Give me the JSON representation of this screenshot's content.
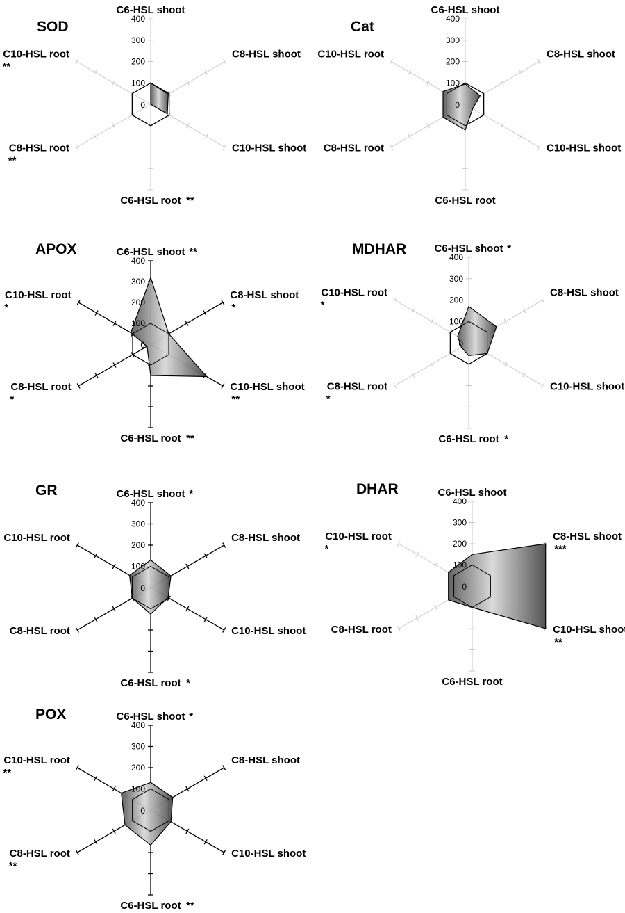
{
  "chart_data": [
    {
      "type": "radar",
      "title": "SOD",
      "axes": [
        "C6-HSL shoot",
        "C8-HSL shoot",
        "C10-HSL shoot",
        "C6-HSL root",
        "C8-HSL root",
        "C10-HSL root"
      ],
      "significance": [
        "",
        "",
        "",
        "**",
        "**",
        "**"
      ],
      "rlim": [
        0,
        400
      ],
      "ticks": [
        0,
        100,
        200,
        300,
        400
      ],
      "series": [
        {
          "values": [
            100,
            100,
            100,
            100,
            100,
            100
          ],
          "fill": "none"
        },
        {
          "values": [
            100,
            95,
            90,
            0,
            0,
            0
          ],
          "fill": "gradient"
        }
      ]
    },
    {
      "type": "radar",
      "title": "Cat",
      "axes": [
        "C6-HSL shoot",
        "C8-HSL shoot",
        "C10-HSL shoot",
        "C6-HSL root",
        "C8-HSL root",
        "C10-HSL root"
      ],
      "significance": [
        "",
        "",
        "",
        "",
        "",
        ""
      ],
      "rlim": [
        0,
        400
      ],
      "ticks": [
        0,
        100,
        200,
        300,
        400
      ],
      "series": [
        {
          "values": [
            100,
            100,
            100,
            100,
            100,
            100
          ],
          "fill": "none"
        },
        {
          "values": [
            95,
            80,
            40,
            120,
            120,
            120
          ],
          "fill": "gradient"
        }
      ]
    },
    {
      "type": "radar",
      "title": "APOX",
      "axes": [
        "C6-HSL shoot",
        "C8-HSL shoot",
        "C10-HSL shoot",
        "C6-HSL root",
        "C8-HSL root",
        "C10-HSL root"
      ],
      "significance": [
        "**",
        "*",
        "**",
        "**",
        "*",
        "*"
      ],
      "rlim": [
        0,
        400
      ],
      "ticks": [
        0,
        100,
        200,
        300,
        400
      ],
      "series": [
        {
          "values": [
            100,
            100,
            100,
            100,
            100,
            100
          ],
          "fill": "none"
        },
        {
          "values": [
            320,
            100,
            310,
            150,
            20,
            110
          ],
          "fill": "gradient"
        }
      ]
    },
    {
      "type": "radar",
      "title": "MDHAR",
      "axes": [
        "C6-HSL shoot",
        "C8-HSL shoot",
        "C10-HSL shoot",
        "C6-HSL root",
        "C8-HSL root",
        "C10-HSL root"
      ],
      "significance": [
        "*",
        "",
        "",
        "*",
        "*",
        "*"
      ],
      "rlim": [
        0,
        400
      ],
      "ticks": [
        0,
        100,
        200,
        300,
        400
      ],
      "series": [
        {
          "values": [
            100,
            100,
            100,
            100,
            100,
            100
          ],
          "fill": "none"
        },
        {
          "values": [
            170,
            150,
            100,
            60,
            40,
            60
          ],
          "fill": "gradient"
        }
      ]
    },
    {
      "type": "radar",
      "title": "GR",
      "axes": [
        "C6-HSL shoot",
        "C8-HSL shoot",
        "C10-HSL shoot",
        "C6-HSL root",
        "C8-HSL root",
        "C10-HSL root"
      ],
      "significance": [
        "*",
        "",
        "",
        "*",
        "",
        ""
      ],
      "rlim": [
        0,
        400
      ],
      "ticks": [
        0,
        100,
        200,
        300,
        400
      ],
      "series": [
        {
          "values": [
            100,
            100,
            100,
            100,
            100,
            100
          ],
          "fill": "none"
        },
        {
          "values": [
            130,
            110,
            95,
            125,
            100,
            115
          ],
          "fill": "gradient"
        }
      ]
    },
    {
      "type": "radar",
      "title": "DHAR",
      "axes": [
        "C6-HSL shoot",
        "C8-HSL shoot",
        "C10-HSL shoot",
        "C6-HSL root",
        "C8-HSL root",
        "C10-HSL root"
      ],
      "significance": [
        "",
        "***",
        "**",
        "",
        "",
        "*"
      ],
      "rlim": [
        0,
        400
      ],
      "ticks": [
        0,
        100,
        200,
        300,
        400
      ],
      "series": [
        {
          "values": [
            100,
            100,
            100,
            100,
            100,
            100
          ],
          "fill": "none"
        },
        {
          "values": [
            150,
            400,
            400,
            100,
            130,
            130
          ],
          "fill": "gradient"
        }
      ]
    },
    {
      "type": "radar",
      "title": "POX",
      "axes": [
        "C6-HSL shoot",
        "C8-HSL shoot",
        "C10-HSL shoot",
        "C6-HSL root",
        "C8-HSL root",
        "C10-HSL root"
      ],
      "significance": [
        "*",
        "",
        "",
        "**",
        "**",
        "**"
      ],
      "rlim": [
        0,
        400
      ],
      "ticks": [
        0,
        100,
        200,
        300,
        400
      ],
      "series": [
        {
          "values": [
            100,
            100,
            100,
            100,
            100,
            100
          ],
          "fill": "none"
        },
        {
          "values": [
            130,
            120,
            110,
            165,
            140,
            160
          ],
          "fill": "gradient"
        }
      ]
    }
  ]
}
